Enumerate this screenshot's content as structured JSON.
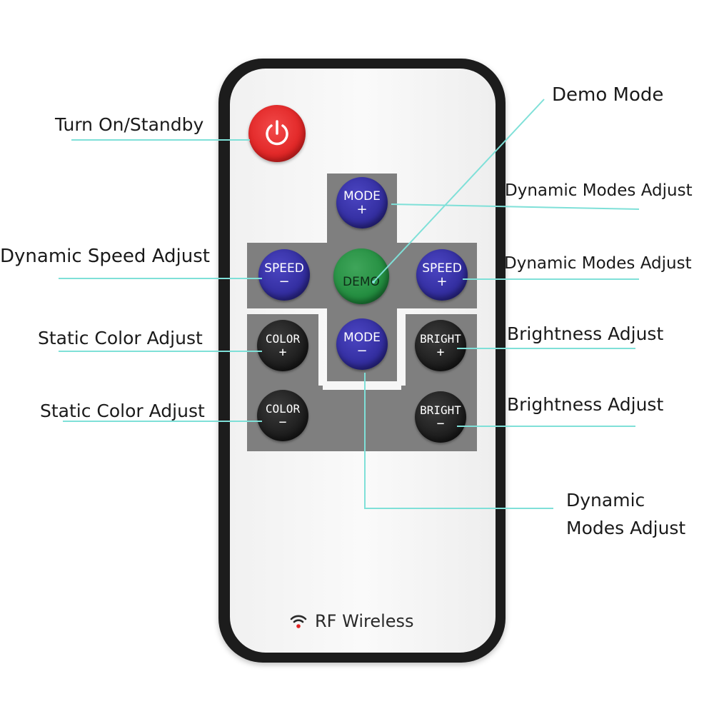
{
  "labels": {
    "turn_on_standby": "Turn On/Standby",
    "demo_mode": "Demo Mode",
    "dynamic_modes_adjust_top": "Dynamic Modes Adjust",
    "dynamic_speed_adjust": "Dynamic Speed Adjust",
    "dynamic_modes_adjust_right": "Dynamic Modes Adjust",
    "static_color_adjust_plus": "Static Color Adjust",
    "brightness_adjust_plus": "Brightness Adjust",
    "static_color_adjust_minus": "Static Color Adjust",
    "brightness_adjust_minus": "Brightness Adjust",
    "dynamic_modes_adjust_bottom_line1": "Dynamic",
    "dynamic_modes_adjust_bottom_line2": "Modes Adjust"
  },
  "buttons": {
    "mode_plus": {
      "text": "MODE",
      "sym": "+"
    },
    "speed_minus": {
      "text": "SPEED",
      "sym": "−"
    },
    "demo": {
      "text": "DEMO"
    },
    "speed_plus": {
      "text": "SPEED",
      "sym": "+"
    },
    "color_plus": {
      "text": "COLOR",
      "sym": "+"
    },
    "mode_minus": {
      "text": "MODE",
      "sym": "−"
    },
    "bright_plus": {
      "text": "BRIGHT",
      "sym": "+"
    },
    "color_minus": {
      "text": "COLOR",
      "sym": "−"
    },
    "bright_minus": {
      "text": "BRIGHT",
      "sym": "−"
    }
  },
  "footer": {
    "text": "RF Wireless",
    "icon": "wifi-icon"
  },
  "colors": {
    "leader_line": "#7fe0d8",
    "power_button": "#e02424",
    "mode_speed_buttons": "#2f2a9a",
    "demo_button": "#1f8a3c",
    "color_bright_buttons": "#1a1a1a",
    "remote_body": "#1c1c1c",
    "key_panel": "#7f7f7f",
    "wifi_dot": "#e02424"
  }
}
